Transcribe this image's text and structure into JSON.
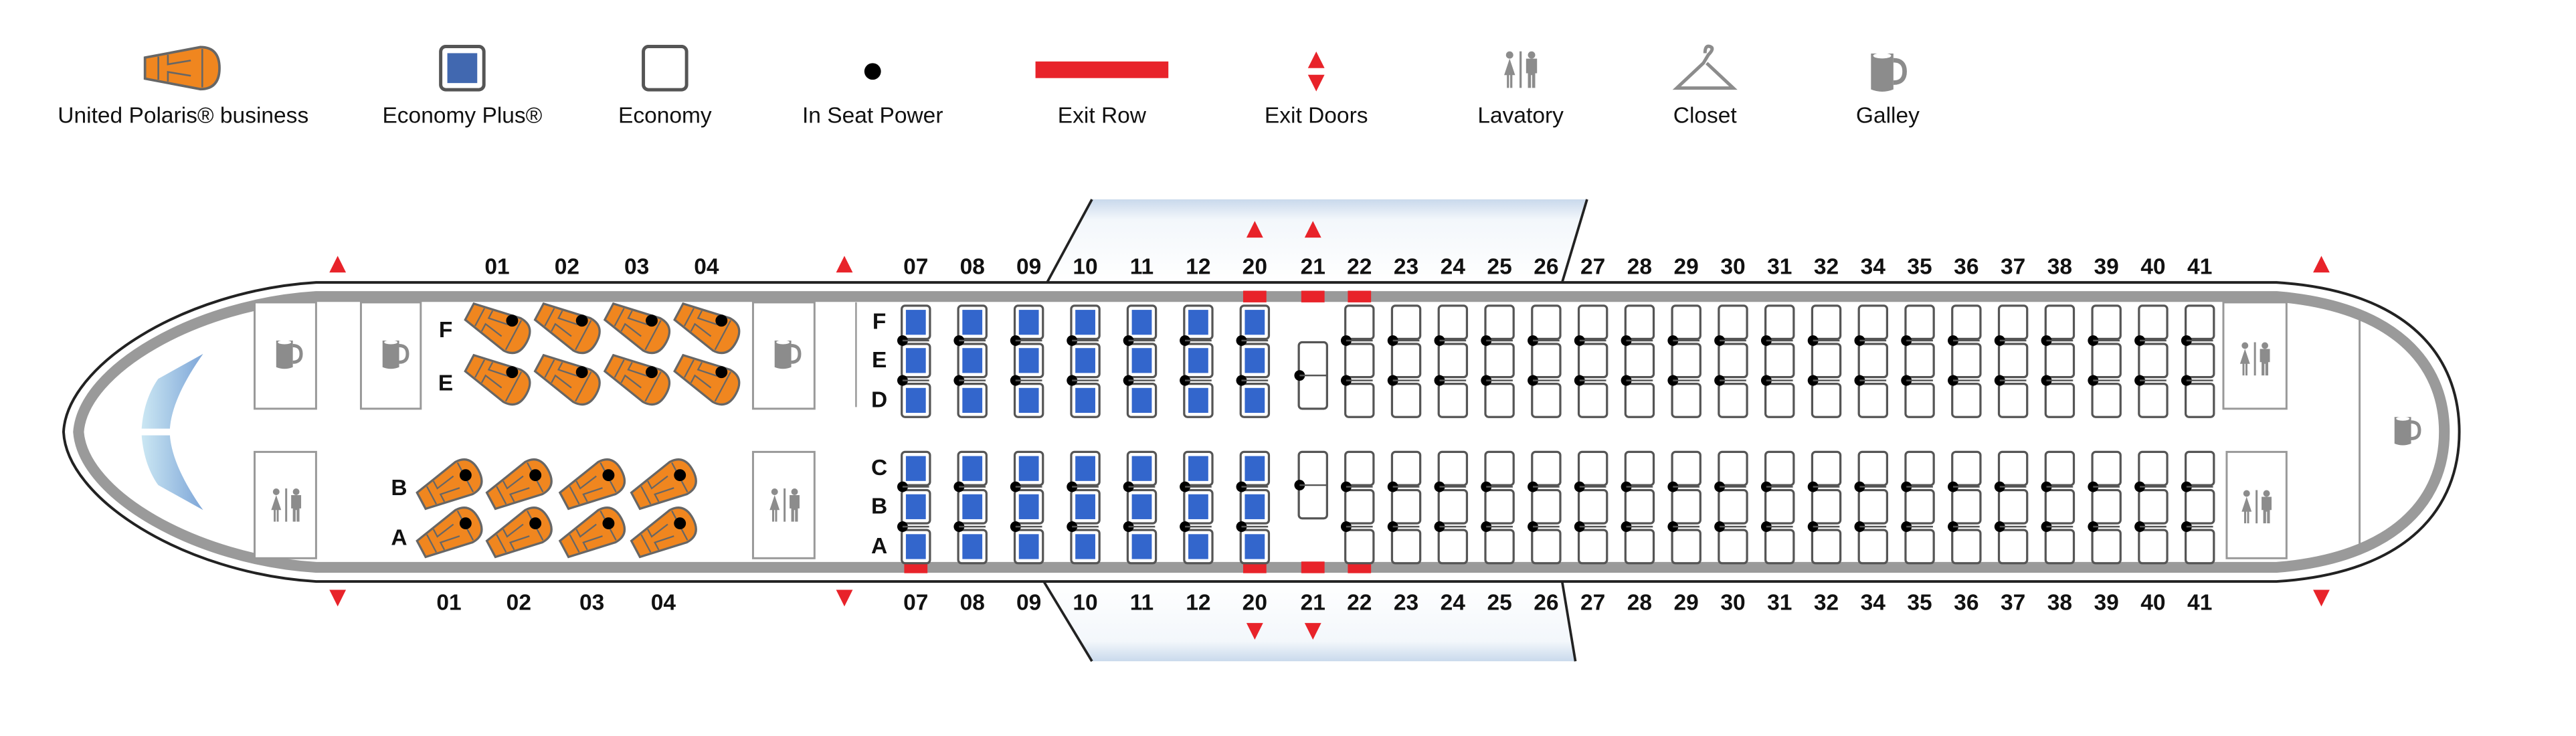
{
  "legend": [
    {
      "label": "United Polaris® business",
      "icon": "polaris-seat-icon"
    },
    {
      "label": "Economy Plus®",
      "icon": "economy-plus-seat-icon"
    },
    {
      "label": "Economy",
      "icon": "economy-seat-icon"
    },
    {
      "label": "In Seat Power",
      "icon": "power-dot-icon"
    },
    {
      "label": "Exit Row",
      "icon": "exit-row-bar-icon"
    },
    {
      "label": "Exit Doors",
      "icon": "exit-door-arrows-icon"
    },
    {
      "label": "Lavatory",
      "icon": "lavatory-icon"
    },
    {
      "label": "Closet",
      "icon": "hanger-icon"
    },
    {
      "label": "Galley",
      "icon": "galley-mug-icon"
    }
  ],
  "colors": {
    "polaris": "#f0861f",
    "economy_plus": "#3366cc",
    "exit": "#e8232a",
    "fixture": "#8c8c8c",
    "fuselage_band": "#9a9a9a"
  },
  "business": {
    "rows": [
      "01",
      "02",
      "03",
      "04"
    ],
    "letters_left": [
      "F",
      "E"
    ],
    "letters_right": [
      "B",
      "A"
    ]
  },
  "economy_plus": {
    "rows": [
      "07",
      "08",
      "09",
      "10",
      "11",
      "12",
      "20"
    ]
  },
  "economy": {
    "special_row": "21",
    "rows": [
      "22",
      "23",
      "24",
      "25",
      "26",
      "27",
      "28",
      "29",
      "30",
      "31",
      "32",
      "34",
      "35",
      "36",
      "37",
      "38",
      "39",
      "40",
      "41"
    ]
  },
  "seat_letters": {
    "upper": [
      "F",
      "E",
      "D"
    ],
    "lower": [
      "C",
      "B",
      "A"
    ]
  },
  "exit_rows": {
    "top": [
      "20",
      "21",
      "22"
    ],
    "bottom": [
      "07",
      "20",
      "21",
      "22"
    ]
  }
}
